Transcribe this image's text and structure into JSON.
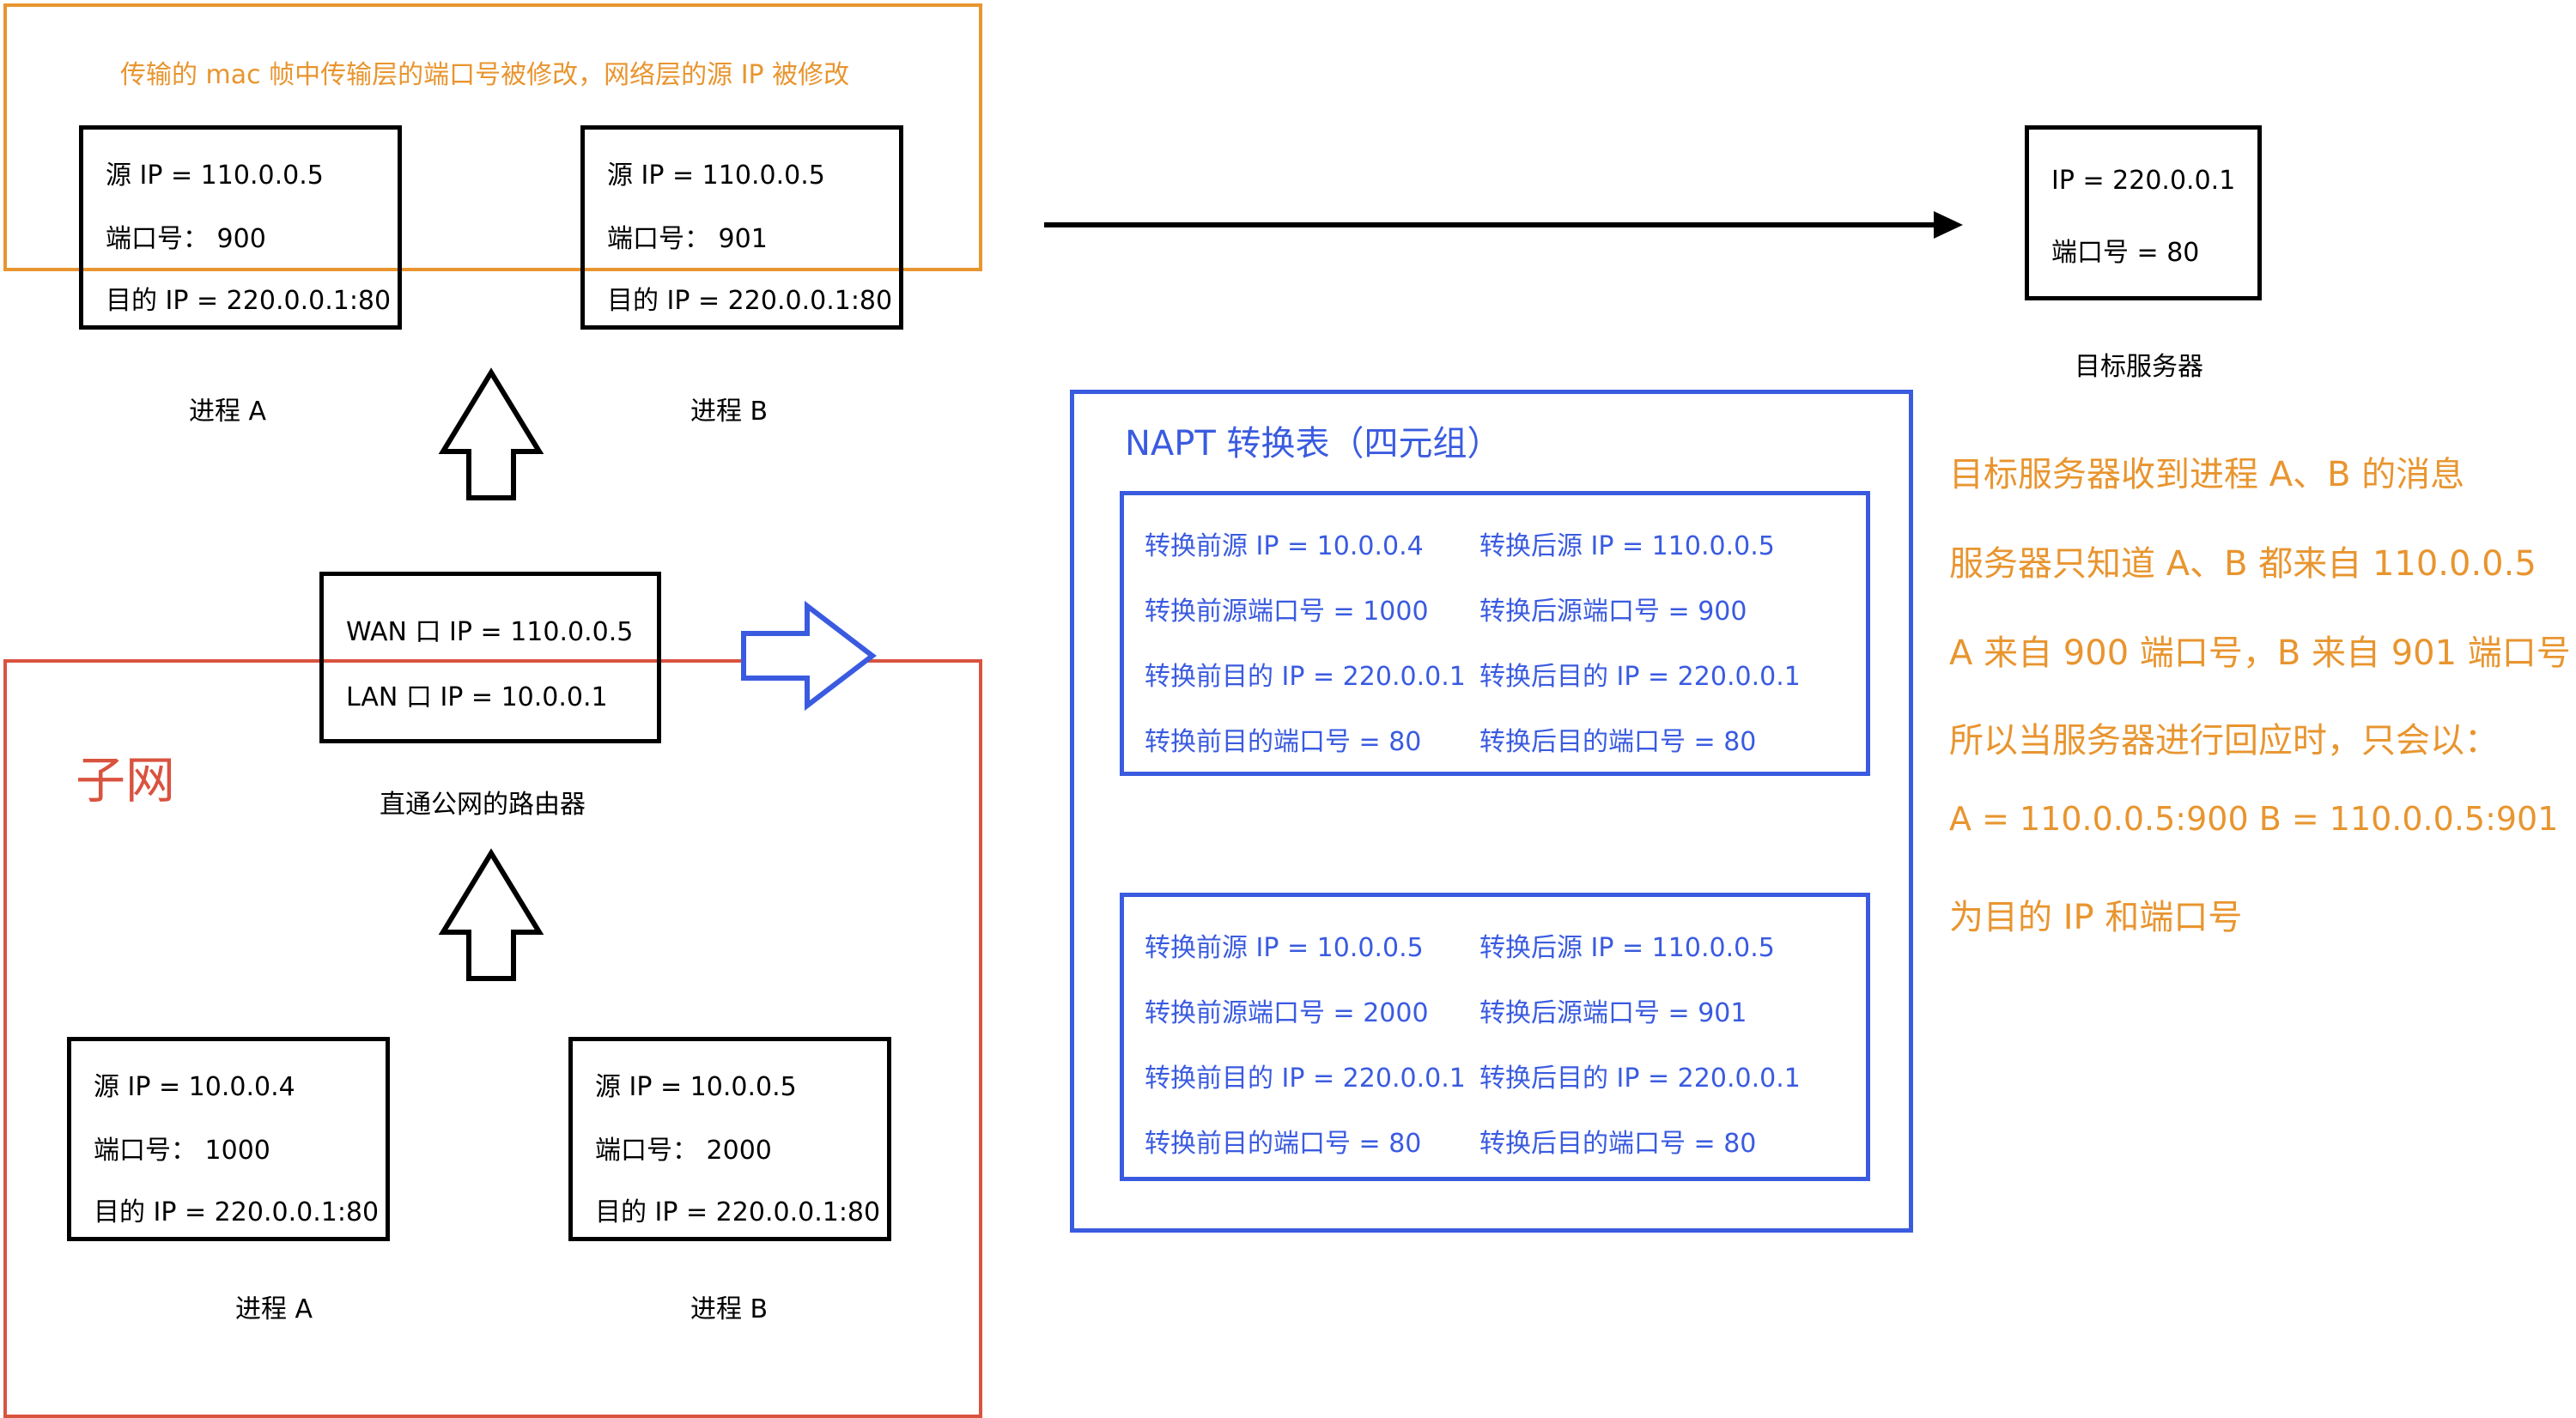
{
  "top": {
    "caption": "传输的 mac 帧中传输层的端口号被修改，网络层的源 IP 被修改",
    "box_a": {
      "src_ip": "源 IP = 110.0.0.5",
      "port": "端口号：  900",
      "dst": "目的 IP = 220.0.0.1:80",
      "label": "进程 A"
    },
    "box_b": {
      "src_ip": "源 IP = 110.0.0.5",
      "port": "端口号：  901",
      "dst": "目的 IP = 220.0.0.1:80",
      "label": "进程 B"
    }
  },
  "router": {
    "wan": "WAN 口 IP = 110.0.0.5",
    "lan": "LAN 口 IP = 10.0.0.1",
    "label": "直通公网的路由器"
  },
  "subnet": {
    "title": "子网",
    "box_a": {
      "src_ip": "源 IP = 10.0.0.4",
      "port": "端口号：  1000",
      "dst": "目的 IP = 220.0.0.1:80",
      "label": "进程 A"
    },
    "box_b": {
      "src_ip": "源 IP = 10.0.0.5",
      "port": "端口号：  2000",
      "dst": "目的 IP = 220.0.0.1:80",
      "label": "进程 B"
    }
  },
  "server": {
    "ip": "IP = 220.0.0.1",
    "port": "端口号 = 80",
    "label": "目标服务器"
  },
  "napt": {
    "title": "NAPT 转换表（四元组）",
    "entries": [
      {
        "before_src_ip": "转换前源 IP = 10.0.0.4",
        "after_src_ip": "转换后源 IP = 110.0.0.5",
        "before_src_port": "转换前源端口号 = 1000",
        "after_src_port": "转换后源端口号 = 900",
        "before_dst_ip": "转换前目的 IP = 220.0.0.1",
        "after_dst_ip": "转换后目的 IP = 220.0.0.1",
        "before_dst_port": "转换前目的端口号 = 80",
        "after_dst_port": "转换后目的端口号 = 80"
      },
      {
        "before_src_ip": "转换前源 IP = 10.0.0.5",
        "after_src_ip": "转换后源 IP = 110.0.0.5",
        "before_src_port": "转换前源端口号 = 2000",
        "after_src_port": "转换后源端口号 = 901",
        "before_dst_ip": "转换前目的 IP = 220.0.0.1",
        "after_dst_ip": "转换后目的 IP = 220.0.0.1",
        "before_dst_port": "转换前目的端口号 = 80",
        "after_dst_port": "转换后目的端口号 = 80"
      }
    ]
  },
  "notes": [
    "目标服务器收到进程 A、B 的消息",
    "服务器只知道 A、B 都来自 110.0.0.5",
    "A 来自 900 端口号，B 来自 901 端口号",
    "所以当服务器进行回应时，只会以：",
    "A = 110.0.0.5:900    B = 110.0.0.5:901",
    "为目的 IP 和端口号"
  ],
  "colors": {
    "orange": "#e8952f",
    "red": "#d9533f",
    "blue": "#3a5be0",
    "black": "#000000"
  }
}
